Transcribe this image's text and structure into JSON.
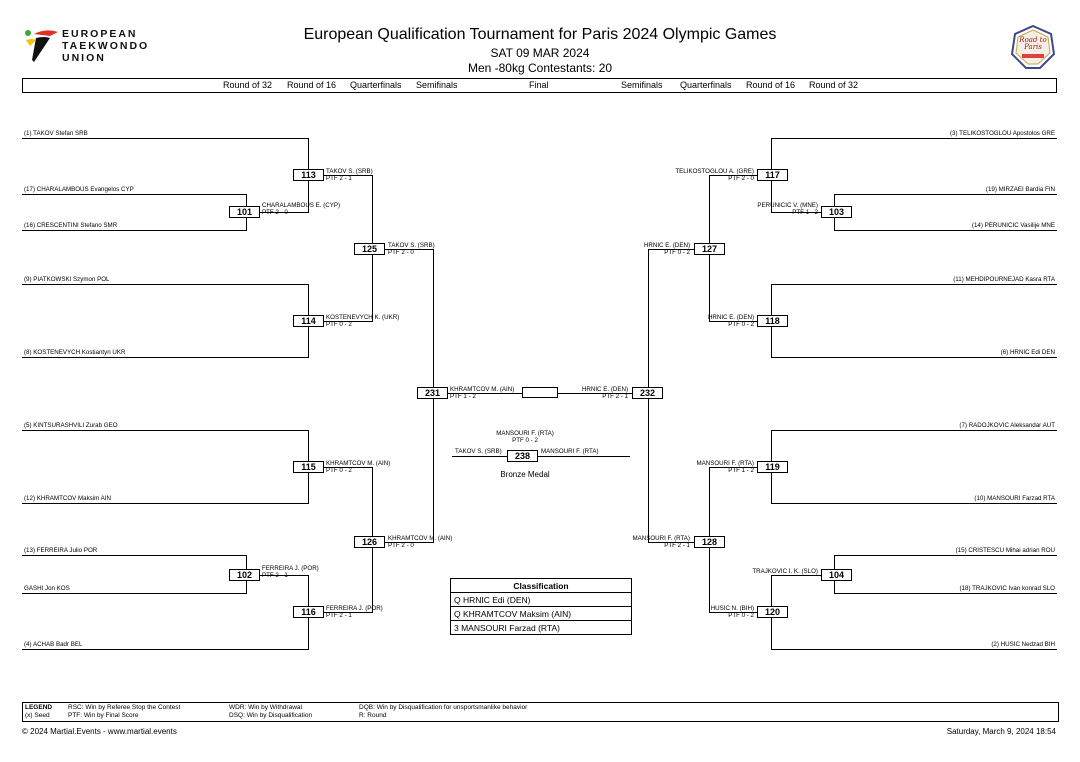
{
  "header": {
    "org_line1": "EUROPEAN",
    "org_line2": "TAEKWONDO",
    "org_line3": "UNION",
    "title": "European Qualification Tournament for Paris 2024 Olympic Games",
    "date": "SAT 09 MAR 2024",
    "category": "Men -80kg   Contestants: 20",
    "badge_text": "Road to Paris"
  },
  "rounds": [
    "Round of 32",
    "Round of 16",
    "Quarterfinals",
    "Semifinals",
    "Final",
    "Semifinals",
    "Quarterfinals",
    "Round of 16",
    "Round of 32"
  ],
  "left_entries": [
    "(1) TAKOV Stefan SRB",
    "(17) CHARALAMBOUS Evangelos CYP",
    "(16) CRESCENTINI Stefano SMR",
    "(9) PIATKOWSKI Szymon POL",
    "(8) KOSTENEVYCH Kostiantyn UKR",
    "(5) KINTSURASHVILI Zurab GEO",
    "(12) KHRAMTCOV Maksim AIN",
    "(13) FERREIRA Julio POR",
    "GASHI Jon KOS",
    "(4) ACHAB Badr BEL"
  ],
  "right_entries": [
    "(3) TELIKOSTOGLOU Apostolos GRE",
    "(19) MIRZAEI Bardia FIN",
    "(14) PERUNICIC Vasilije MNE",
    "(11) MEHDIPOURNEJAD Kasra RTA",
    "(6) HRNIC Edi DEN",
    "(7) RADOJKOVIC Aleksandar AUT",
    "(10) MANSOURI Farzad RTA",
    "(15) CRISTESCU Mihai adrian ROU",
    "(18) TRAJKOVIC Ivan konrad SLO",
    "(2) HUSIC Nedzad BIH"
  ],
  "matches": {
    "m101": {
      "num": "101",
      "winner": "CHARALAMBOUS E. (CYP)",
      "score": "PTF 2 - 0"
    },
    "m102": {
      "num": "102",
      "winner": "FERREIRA J. (POR)",
      "score": "PTF 2 - 1"
    },
    "m103": {
      "num": "103",
      "winner": "PERUNICIC V. (MNE)",
      "score": "PTF 1 - 2"
    },
    "m104": {
      "num": "104",
      "winner": "TRAJKOVIC I. K. (SLO)",
      "score": ""
    },
    "m113": {
      "num": "113",
      "winner": "TAKOV S. (SRB)",
      "score": "PTF 2 - 1"
    },
    "m114": {
      "num": "114",
      "winner": "KOSTENEVYCH K. (UKR)",
      "score": "PTF 0 - 2"
    },
    "m115": {
      "num": "115",
      "winner": "KHRAMTCOV M. (AIN)",
      "score": "PTF 0 - 2"
    },
    "m116": {
      "num": "116",
      "winner": "FERREIRA J. (POR)",
      "score": "PTF 2 - 1"
    },
    "m117": {
      "num": "117",
      "winner": "TELIKOSTOGLOU A. (GRE)",
      "score": "PTF 2 - 0"
    },
    "m118": {
      "num": "118",
      "winner": "HRNIC E. (DEN)",
      "score": "PTF 0 - 2"
    },
    "m119": {
      "num": "119",
      "winner": "MANSOURI F. (RTA)",
      "score": "PTF 1 - 2"
    },
    "m120": {
      "num": "120",
      "winner": "HUSIC N. (BIH)",
      "score": "PTF 0 - 2"
    },
    "m125": {
      "num": "125",
      "winner": "TAKOV S. (SRB)",
      "score": "PTF 2 - 0"
    },
    "m126": {
      "num": "126",
      "winner": "KHRAMTCOV M. (AIN)",
      "score": "PTF 2 - 0"
    },
    "m127": {
      "num": "127",
      "winner": "HRNIC E. (DEN)",
      "score": "PTF 0 - 2"
    },
    "m128": {
      "num": "128",
      "winner": "MANSOURI F. (RTA)",
      "score": "PTF 2 - 1"
    },
    "m231": {
      "num": "231",
      "winner": "KHRAMTCOV M. (AIN)",
      "score": "PTF 1 - 2"
    },
    "m232": {
      "num": "232",
      "winner": "HRNIC E. (DEN)",
      "score": "PTF 2 - 1"
    },
    "m238": {
      "num": "238",
      "winner_top": "MANSOURI F. (RTA)",
      "score_top": "PTF 0 - 2",
      "left_name": "TAKOV S. (SRB)",
      "right_name": "MANSOURI F. (RTA)"
    }
  },
  "bronze_label": "Bronze Medal",
  "classification": {
    "title": "Classification",
    "rows": [
      "Q  HRNIC Edi (DEN)",
      "Q  KHRAMTCOV Maksim (AIN)",
      "3  MANSOURI Farzad (RTA)"
    ]
  },
  "legend": {
    "title": "LEGEND",
    "rsc": "RSC: Win by Referee Stop the Contest",
    "seed": "(x) Seed",
    "ptf": "PTF: Win by Final Score",
    "wdr": "WDR: Win by Withdrawal",
    "dsq": "DSQ: Win by Disqualification",
    "dqb": "DQB: Win by Disqualification for unsportsmanlike behavior",
    "r": "R: Round"
  },
  "footer": {
    "left": "© 2024 Martial.Events - www.martial.events",
    "right": "Saturday, March 9, 2024 18:54"
  }
}
